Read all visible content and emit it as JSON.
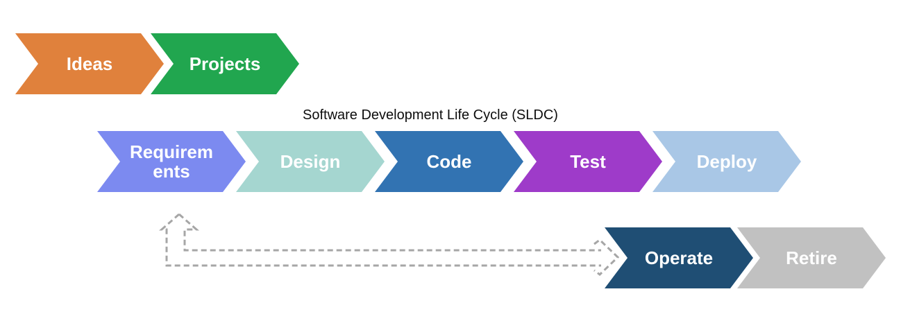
{
  "title": {
    "text": "Software Development Life Cycle (SLDC)"
  },
  "idea_flow": {
    "stages": [
      {
        "label": "Ideas",
        "color": "#E0813C"
      },
      {
        "label": "Projects",
        "color": "#21A64F"
      }
    ]
  },
  "sdlc": {
    "stages": [
      {
        "label": "Requirements",
        "color": "#7C8AF0"
      },
      {
        "label": "Design",
        "color": "#A5D6D0"
      },
      {
        "label": "Code",
        "color": "#3273B2"
      },
      {
        "label": "Test",
        "color": "#9E3BC9"
      },
      {
        "label": "Deploy",
        "color": "#A9C7E6"
      }
    ]
  },
  "operations": {
    "stages": [
      {
        "label": "Operate",
        "color": "#1F4E74"
      },
      {
        "label": "Retire",
        "color": "#C1C1C1"
      }
    ]
  },
  "feedback_arrow": {
    "color": "#A6A6A6"
  }
}
